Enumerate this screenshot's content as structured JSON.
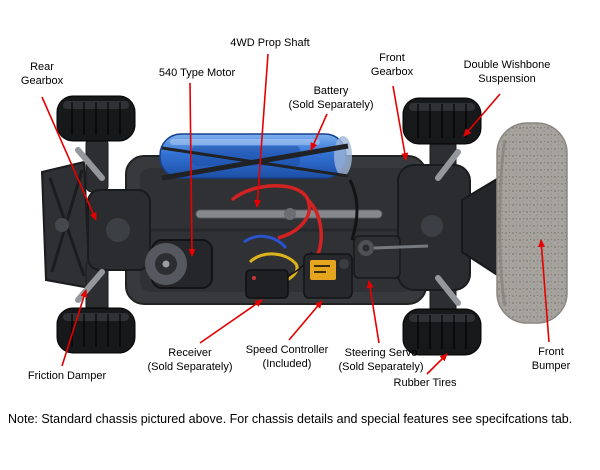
{
  "diagram": {
    "labels": {
      "rear_gearbox": "Rear\nGearbox",
      "motor_540": "540 Type Motor",
      "prop_shaft": "4WD Prop Shaft",
      "battery": "Battery\n(Sold Separately)",
      "front_gearbox": "Front\nGearbox",
      "double_wishbone": "Double Wishbone\nSuspension",
      "friction_damper": "Friction Damper",
      "receiver": "Receiver\n(Sold Separately)",
      "speed_controller": "Speed Controller\n(Included)",
      "steering_servo": "Steering Servo\n(Sold Separately)",
      "rubber_tires": "Rubber Tires",
      "front_bumper": "Front Bumper"
    },
    "note": "Note: Standard chassis pictured above. For chassis details and special features see specifcations tab.",
    "colors": {
      "callout_red": "#e60000",
      "battery_blue": "#2f6fd0",
      "foam_gray": "#a6a39e",
      "chassis_gray": "#37393d"
    }
  }
}
